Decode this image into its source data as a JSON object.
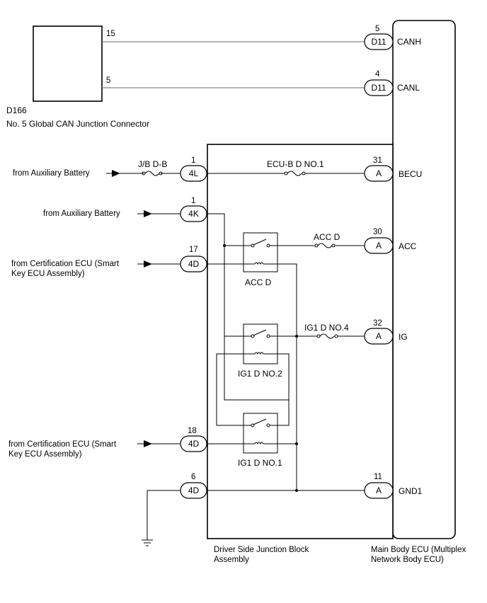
{
  "connector_box": {
    "code": "D166",
    "name": "No. 5 Global CAN Junction Connector",
    "pin_canh": "15",
    "pin_canl": "5"
  },
  "main_body_ecu": {
    "name_line1": "Main Body ECU (Multiplex",
    "name_line2": "Network Body ECU)",
    "terminals": {
      "canh": {
        "label": "CANH",
        "pin": "5",
        "connector": "D11"
      },
      "canl": {
        "label": "CANL",
        "pin": "4",
        "connector": "D11"
      },
      "becu": {
        "label": "BECU",
        "pin": "31",
        "connector": "A"
      },
      "acc": {
        "label": "ACC",
        "pin": "30",
        "connector": "A"
      },
      "ig": {
        "label": "IG",
        "pin": "32",
        "connector": "A"
      },
      "gnd1": {
        "label": "GND1",
        "pin": "11",
        "connector": "A"
      }
    }
  },
  "junction_block": {
    "name_line1": "Driver Side Junction Block",
    "name_line2": "Assembly",
    "inputs": {
      "aux1": {
        "pin": "1",
        "connector": "4L"
      },
      "aux2": {
        "pin": "1",
        "connector": "4K"
      },
      "cert1": {
        "pin": "17",
        "connector": "4D"
      },
      "cert2": {
        "pin": "18",
        "connector": "4D"
      },
      "gnd": {
        "pin": "6",
        "connector": "4D"
      }
    },
    "fuses": {
      "jbdb": "J/B D-B",
      "ecub": "ECU-B D NO.1",
      "acc": "ACC D",
      "ig1": "IG1 D NO.4"
    },
    "relays": {
      "acc": "ACC D",
      "ig1_no2": "IG1 D NO.2",
      "ig1_no1": "IG1 D NO.1"
    }
  },
  "sources": {
    "aux1": "from Auxiliary Battery",
    "aux2": "from Auxiliary Battery",
    "cert1_line1": "from Certification ECU (Smart",
    "cert1_line2": "Key ECU Assembly)",
    "cert2_line1": "from Certification ECU (Smart",
    "cert2_line2": "Key ECU Assembly)"
  }
}
